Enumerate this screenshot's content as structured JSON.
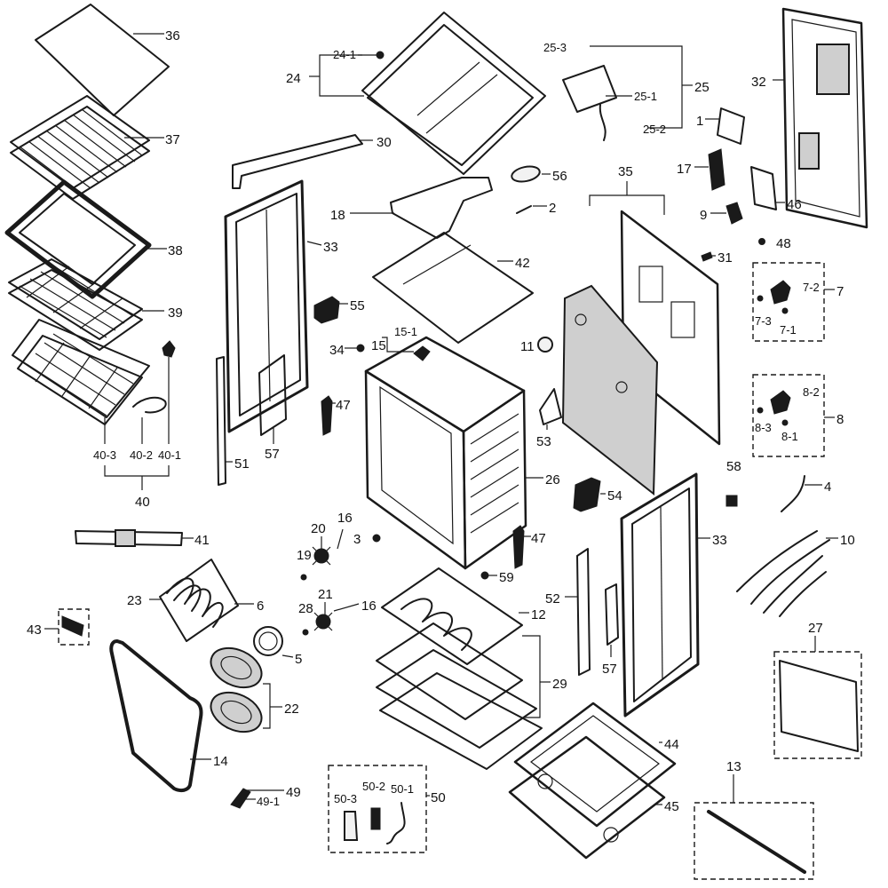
{
  "labels": {
    "l36": "36",
    "l37": "37",
    "l38": "38",
    "l39": "39",
    "l40": "40",
    "l40_1": "40-1",
    "l40_2": "40-2",
    "l40_3": "40-3",
    "l24": "24",
    "l24_1": "24-1",
    "l30": "30",
    "l18": "18",
    "l33a": "33",
    "l33b": "33",
    "l55": "55",
    "l57a": "57",
    "l57b": "57",
    "l51": "51",
    "l34": "34",
    "l15": "15",
    "l15_1": "15-1",
    "l47a": "47",
    "l47b": "47",
    "l42": "42",
    "l56": "56",
    "l2": "2",
    "l25": "25",
    "l25_1": "25-1",
    "l25_2": "25-2",
    "l25_3": "25-3",
    "l1": "1",
    "l32": "32",
    "l17": "17",
    "l9": "9",
    "l46": "46",
    "l35": "35",
    "l31": "31",
    "l48": "48",
    "l7": "7",
    "l7_1": "7-1",
    "l7_2": "7-2",
    "l7_3": "7-3",
    "l8": "8",
    "l8_1": "8-1",
    "l8_2": "8-2",
    "l8_3": "8-3",
    "l11": "11",
    "l53": "53",
    "l26": "26",
    "l54": "54",
    "l58": "58",
    "l4": "4",
    "l10": "10",
    "l41": "41",
    "l43": "43",
    "l23": "23",
    "l6": "6",
    "l5": "5",
    "l22": "22",
    "l14": "14",
    "l19": "19",
    "l20": "20",
    "l16a": "16",
    "l16b": "16",
    "l3": "3",
    "l21": "21",
    "l28": "28",
    "l59": "59",
    "l12": "12",
    "l52": "52",
    "l29": "29",
    "l27": "27",
    "l44": "44",
    "l45": "45",
    "l13": "13",
    "l49": "49",
    "l49_1": "49-1",
    "l50": "50",
    "l50_1": "50-1",
    "l50_2": "50-2",
    "l50_3": "50-3"
  }
}
